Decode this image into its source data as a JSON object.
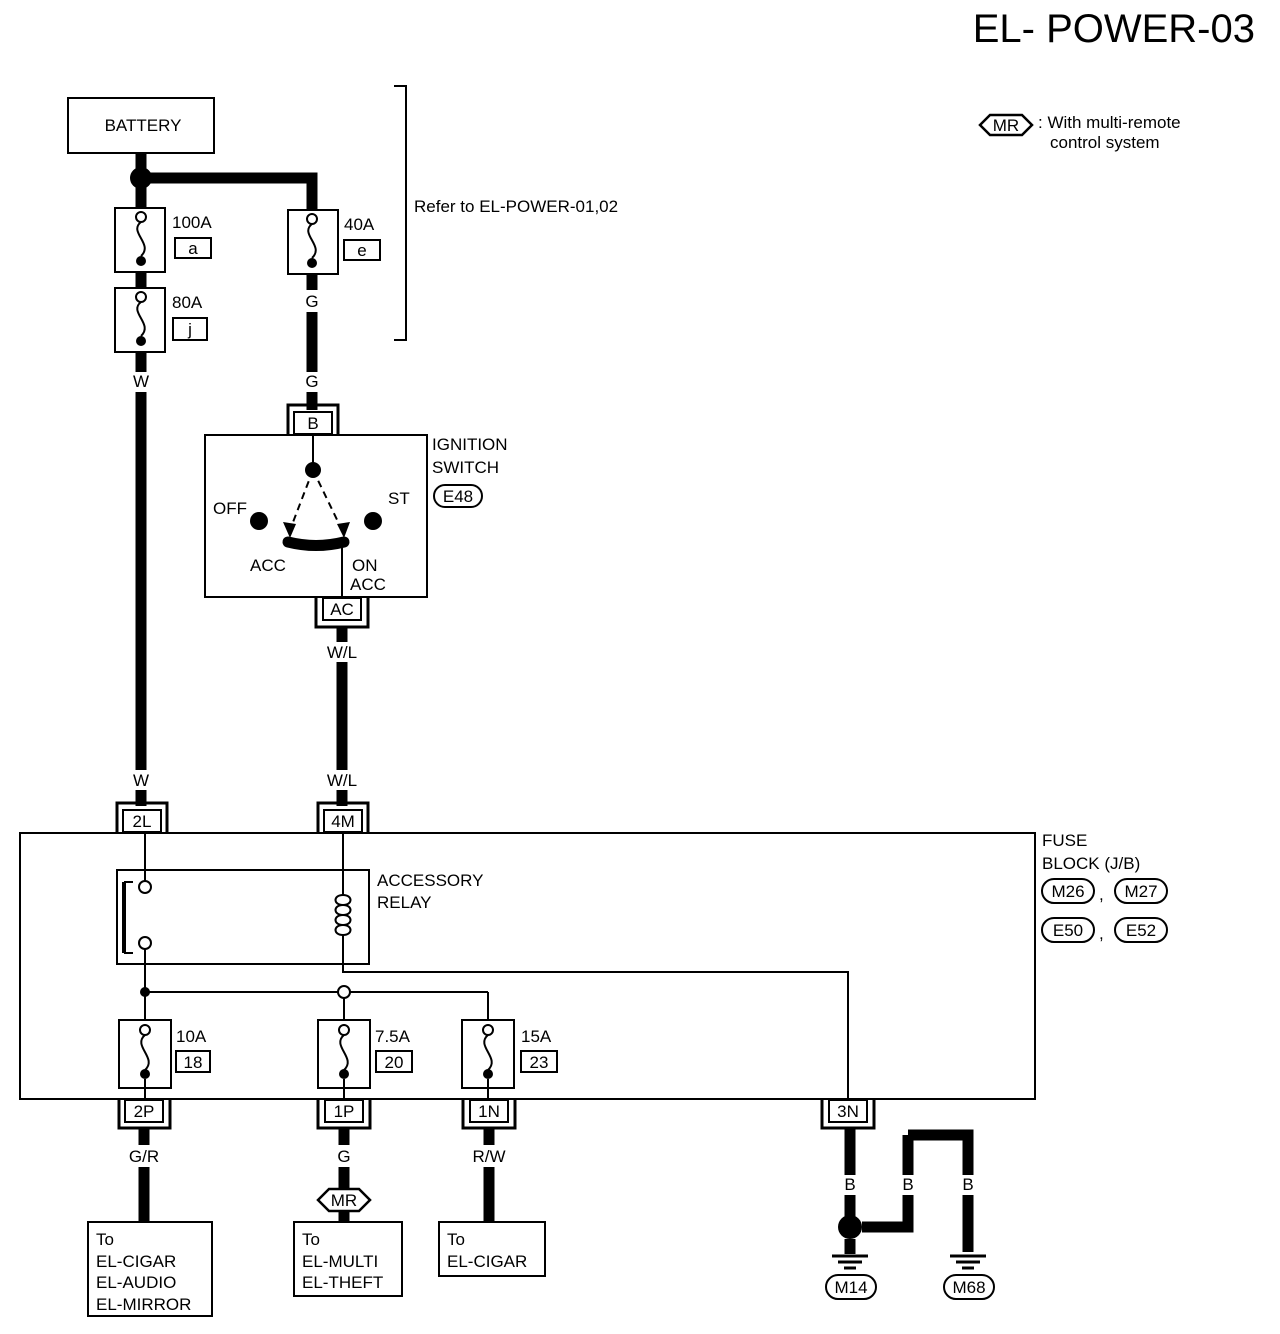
{
  "title": "EL- POWER-03",
  "legend": {
    "badge": "MR",
    "line1": ": With multi-remote",
    "line2": "control system"
  },
  "refer_note": "Refer to EL-POWER-01,02",
  "battery": "BATTERY",
  "fuses_fusible": [
    {
      "rating": "100A",
      "id": "a"
    },
    {
      "rating": "40A",
      "id": "e"
    },
    {
      "rating": "80A",
      "id": "j"
    }
  ],
  "ignition_switch": {
    "title_line1": "IGNITION",
    "title_line2": "SWITCH",
    "connector": "E48",
    "terminal_b": "B",
    "terminal_ac": "AC",
    "pos_off": "OFF",
    "pos_st": "ST",
    "pos_acc": "ACC",
    "pos_on": "ON",
    "pos_acc2": "ACC"
  },
  "wires": {
    "w": "W",
    "g": "G",
    "wl": "W/L",
    "gr": "G/R",
    "rw": "R/W",
    "b": "B"
  },
  "fuse_block": {
    "title_line1": "FUSE",
    "title_line2": "BLOCK (J/B)",
    "connectors": [
      "M26",
      "M27",
      "E50",
      "E52"
    ],
    "terminals": [
      "2L",
      "4M",
      "2P",
      "1P",
      "1N",
      "3N"
    ],
    "relay_line1": "ACCESSORY",
    "relay_line2": "RELAY",
    "fuses": [
      {
        "rating": "10A",
        "id": "18"
      },
      {
        "rating": "7.5A",
        "id": "20"
      },
      {
        "rating": "15A",
        "id": "23"
      }
    ]
  },
  "destinations": [
    {
      "to": "To",
      "lines": [
        "EL-CIGAR",
        "EL-AUDIO",
        "EL-MIRROR"
      ]
    },
    {
      "to": "To",
      "lines": [
        "EL-MULTI",
        "EL-THEFT"
      ]
    },
    {
      "to": "To",
      "lines": [
        "EL-CIGAR"
      ]
    }
  ],
  "grounds": [
    "M14",
    "M68"
  ],
  "comma": ","
}
